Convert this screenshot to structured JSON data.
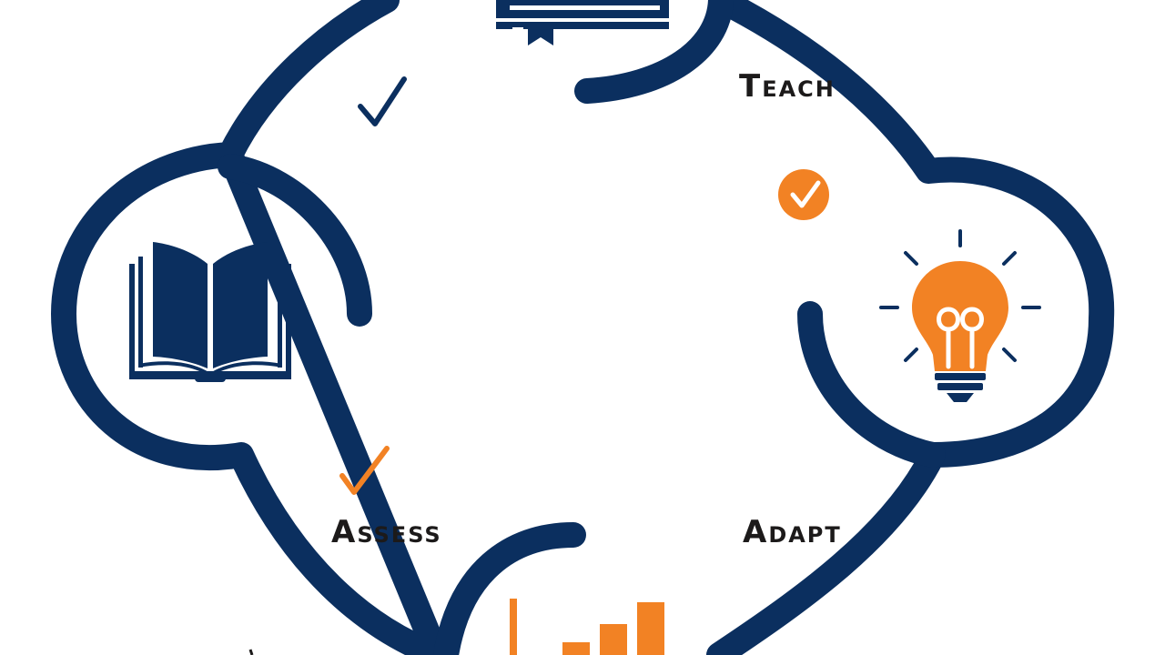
{
  "colors": {
    "navy": "#0b2f5f",
    "orange": "#f28224",
    "text": "#1c1a1a",
    "background": "#ffffff"
  },
  "labels": {
    "teach": "Teach",
    "assess": "Assess",
    "adapt": "Adapt"
  },
  "icons": {
    "top": "books-stack-icon",
    "left": "open-book-icon",
    "right": "lightbulb-icon",
    "bottom": "bar-chart-icon",
    "checks": [
      "checkmark-icon",
      "checkmark-circle-icon",
      "checkmark-icon"
    ]
  }
}
